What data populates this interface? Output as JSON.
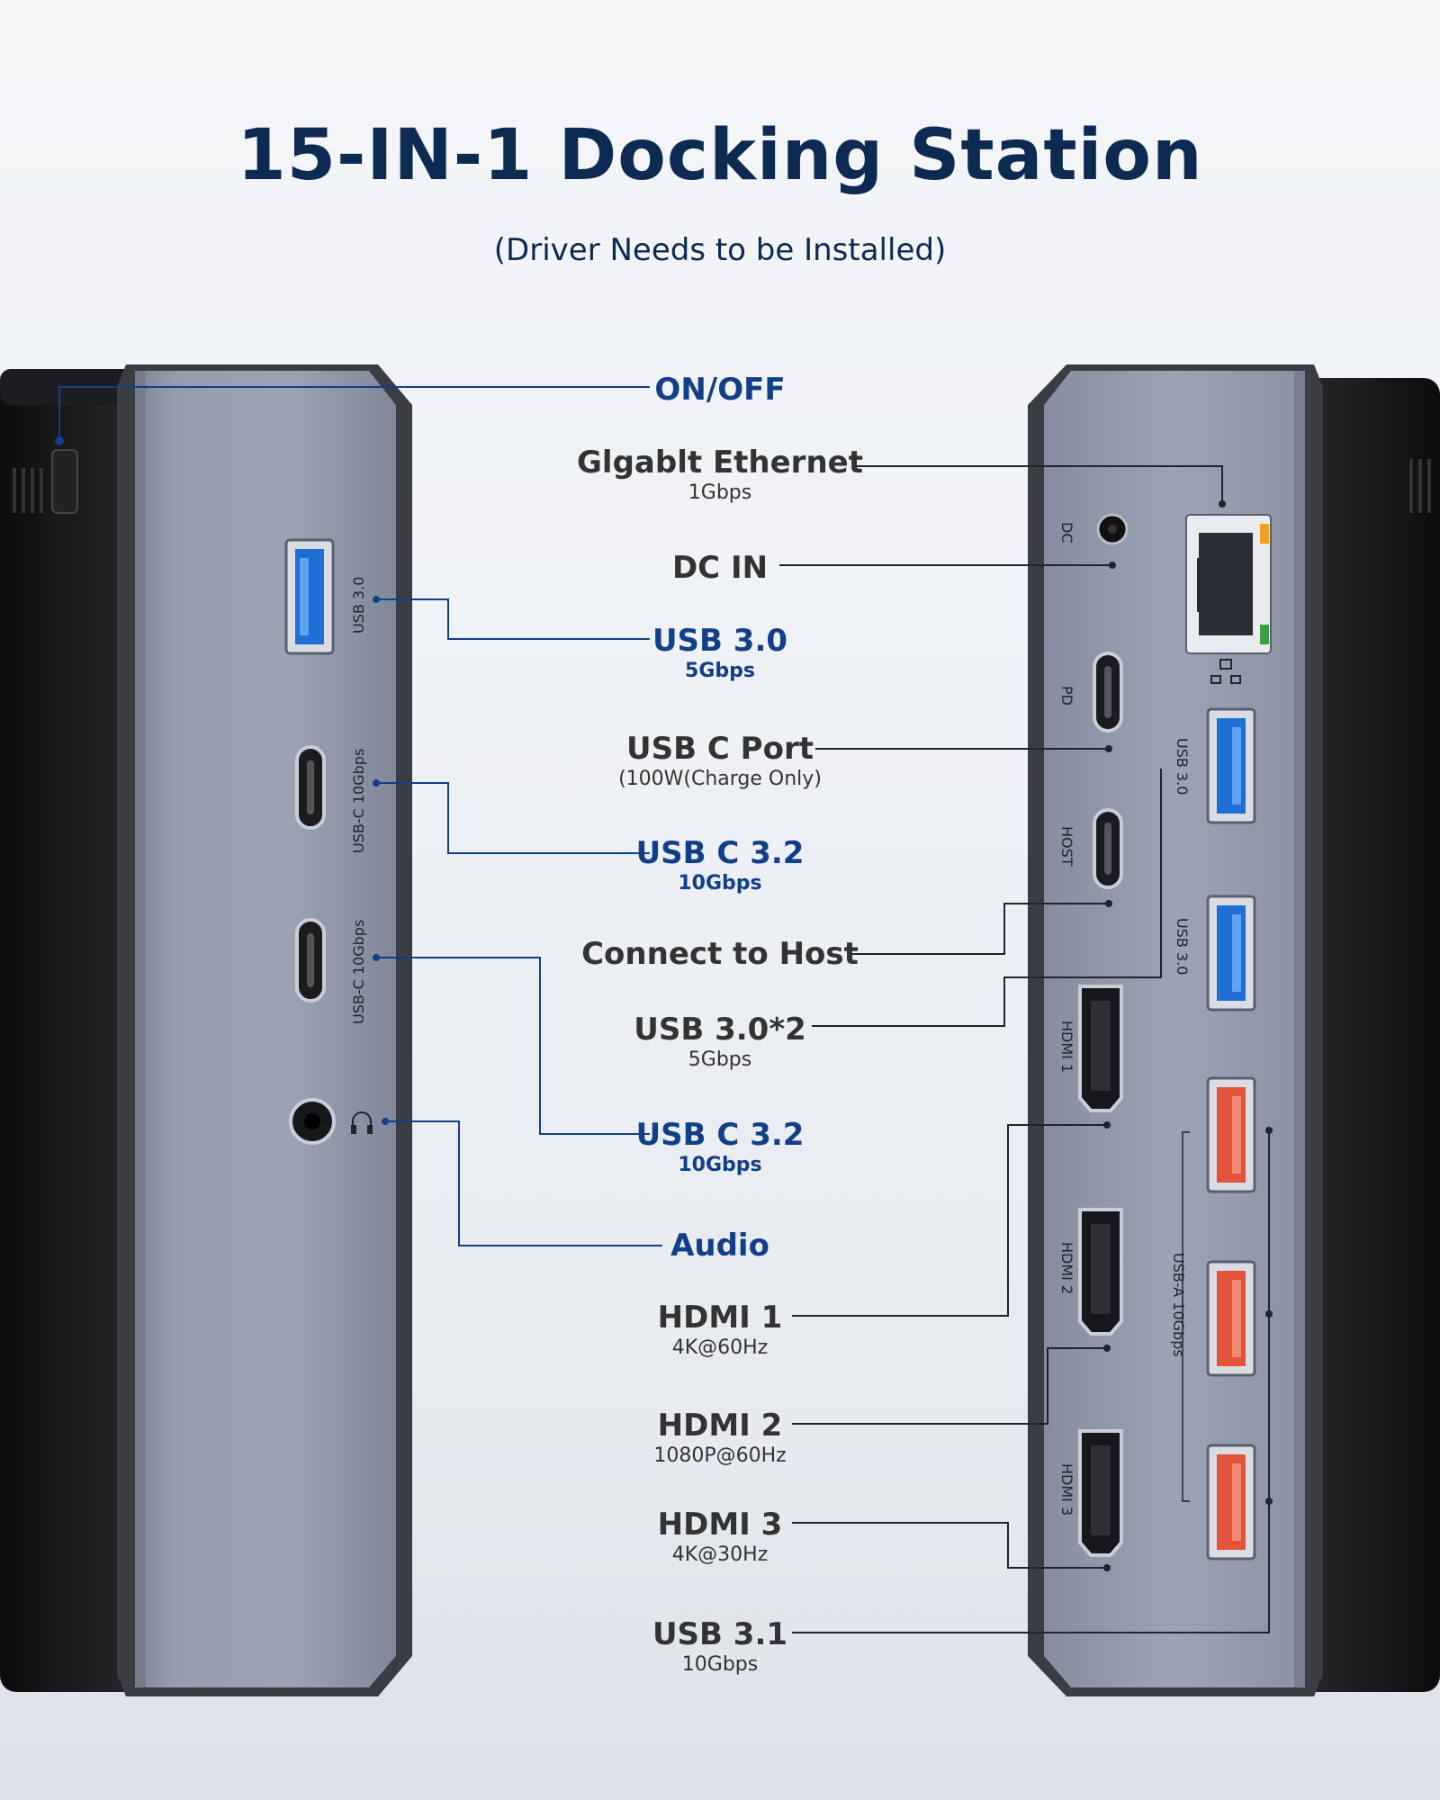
{
  "title": "15-IN-1 Docking Station",
  "subtitle": "(Driver Needs to be Installed)",
  "colors": {
    "title": "#0c2a52",
    "blue_label": "#123f8a",
    "dark_label": "#333333",
    "usb3_blue": "#1f6fd6",
    "usb_a_red": "#e2533a"
  },
  "left_port_labels": {
    "usb30": "USB 3.0",
    "usbc1": "USB-C 10Gbps",
    "usbc2": "USB-C 10Gbps"
  },
  "right_port_labels": {
    "dc": "DC",
    "pd": "PD",
    "host": "HOST",
    "usb30a": "USB 3.0",
    "usb30b": "USB 3.0",
    "hdmi1": "HDMI 1",
    "hdmi2": "HDMI 2",
    "hdmi3": "HDMI 3",
    "usba": "USB-A 10Gbps"
  },
  "labels": {
    "onoff": {
      "main": "ON/OFF"
    },
    "ethernet": {
      "main": "Glgablt Ethernet",
      "sub": "1Gbps"
    },
    "dcin": {
      "main": "DC IN"
    },
    "usb30": {
      "main": "USB 3.0",
      "sub": "5Gbps"
    },
    "usbcport": {
      "main": "USB C Port",
      "sub": "(100W(Charge Only)"
    },
    "usbc32a": {
      "main": "USB C 3.2",
      "sub": "10Gbps"
    },
    "host": {
      "main": "Connect to Host"
    },
    "usb30x2": {
      "main": "USB 3.0*2",
      "sub": "5Gbps"
    },
    "usbc32b": {
      "main": "USB C 3.2",
      "sub": "10Gbps"
    },
    "audio": {
      "main": "Audio"
    },
    "hdmi1": {
      "main": "HDMI 1",
      "sub": "4K@60Hz"
    },
    "hdmi2": {
      "main": "HDMI 2",
      "sub": "1080P@60Hz"
    },
    "hdmi3": {
      "main": "HDMI 3",
      "sub": "4K@30Hz"
    },
    "usb31": {
      "main": "USB 3.1",
      "sub": "10Gbps"
    }
  }
}
